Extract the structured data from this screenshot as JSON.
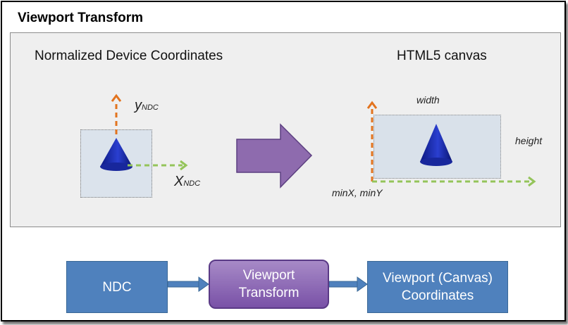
{
  "title": "Viewport Transform",
  "top_panel": {
    "ndc_heading": "Normalized Device Coordinates",
    "canvas_heading": "HTML5 canvas",
    "ndc_axes": {
      "y_main": "y",
      "y_sub": "NDC",
      "x_main": "X",
      "x_sub": "NDC"
    },
    "canvas_labels": {
      "width": "width",
      "height": "height",
      "origin": "minX, minY"
    }
  },
  "flow": {
    "ndc": "NDC",
    "viewport_transform": "Viewport Transform",
    "viewport_coordinates": "Viewport (Canvas) Coordinates"
  },
  "colors": {
    "y_axis": "#e2731e",
    "x_axis": "#94c45a",
    "cone": "#1c2eaa",
    "big_arrow": "#8e6bae",
    "flow_box": "#4f81bd",
    "transform_box": "#8e6bb7"
  }
}
